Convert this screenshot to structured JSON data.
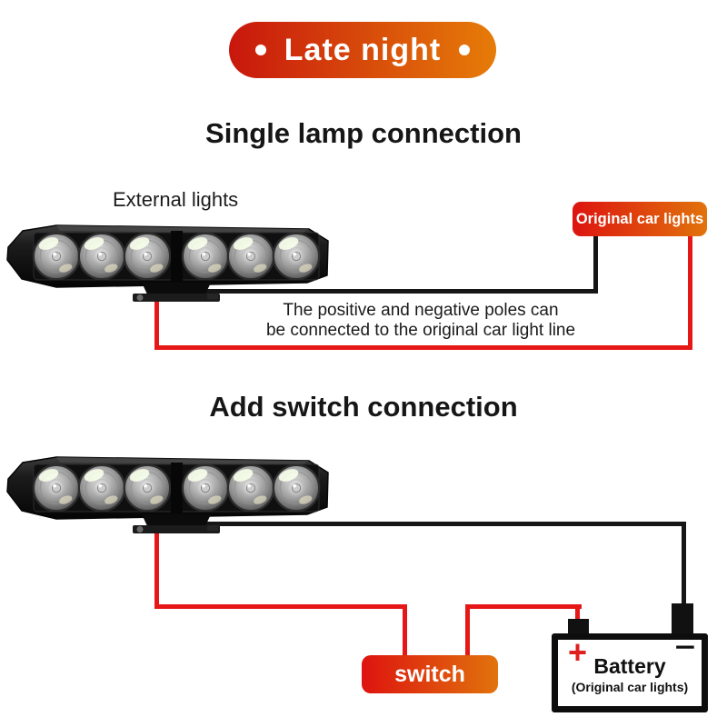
{
  "header_badge": {
    "label": "Late night",
    "dot": ""
  },
  "section_single": {
    "title": "Single lamp connection",
    "lamp_label": "External lights",
    "original_badge_label": "Original car lights",
    "note_line1": "The positive and negative poles can",
    "note_line2": "be connected to the original car light line"
  },
  "section_switch": {
    "title": "Add switch connection",
    "switch_label": "switch",
    "battery_plus": "+",
    "battery_minus": "−",
    "battery_name": "Battery",
    "battery_subtitle": "(Original car lights)"
  },
  "colors": {
    "badge_red": "#c8170d",
    "badge_orange": "#e67c08",
    "small_badge_red": "#dd140f",
    "small_badge_orange": "#e1730c",
    "wire_red": "#e51717",
    "wire_black": "#161616",
    "battery_plus_red": "#e01f1f",
    "text_black": "#111111"
  }
}
